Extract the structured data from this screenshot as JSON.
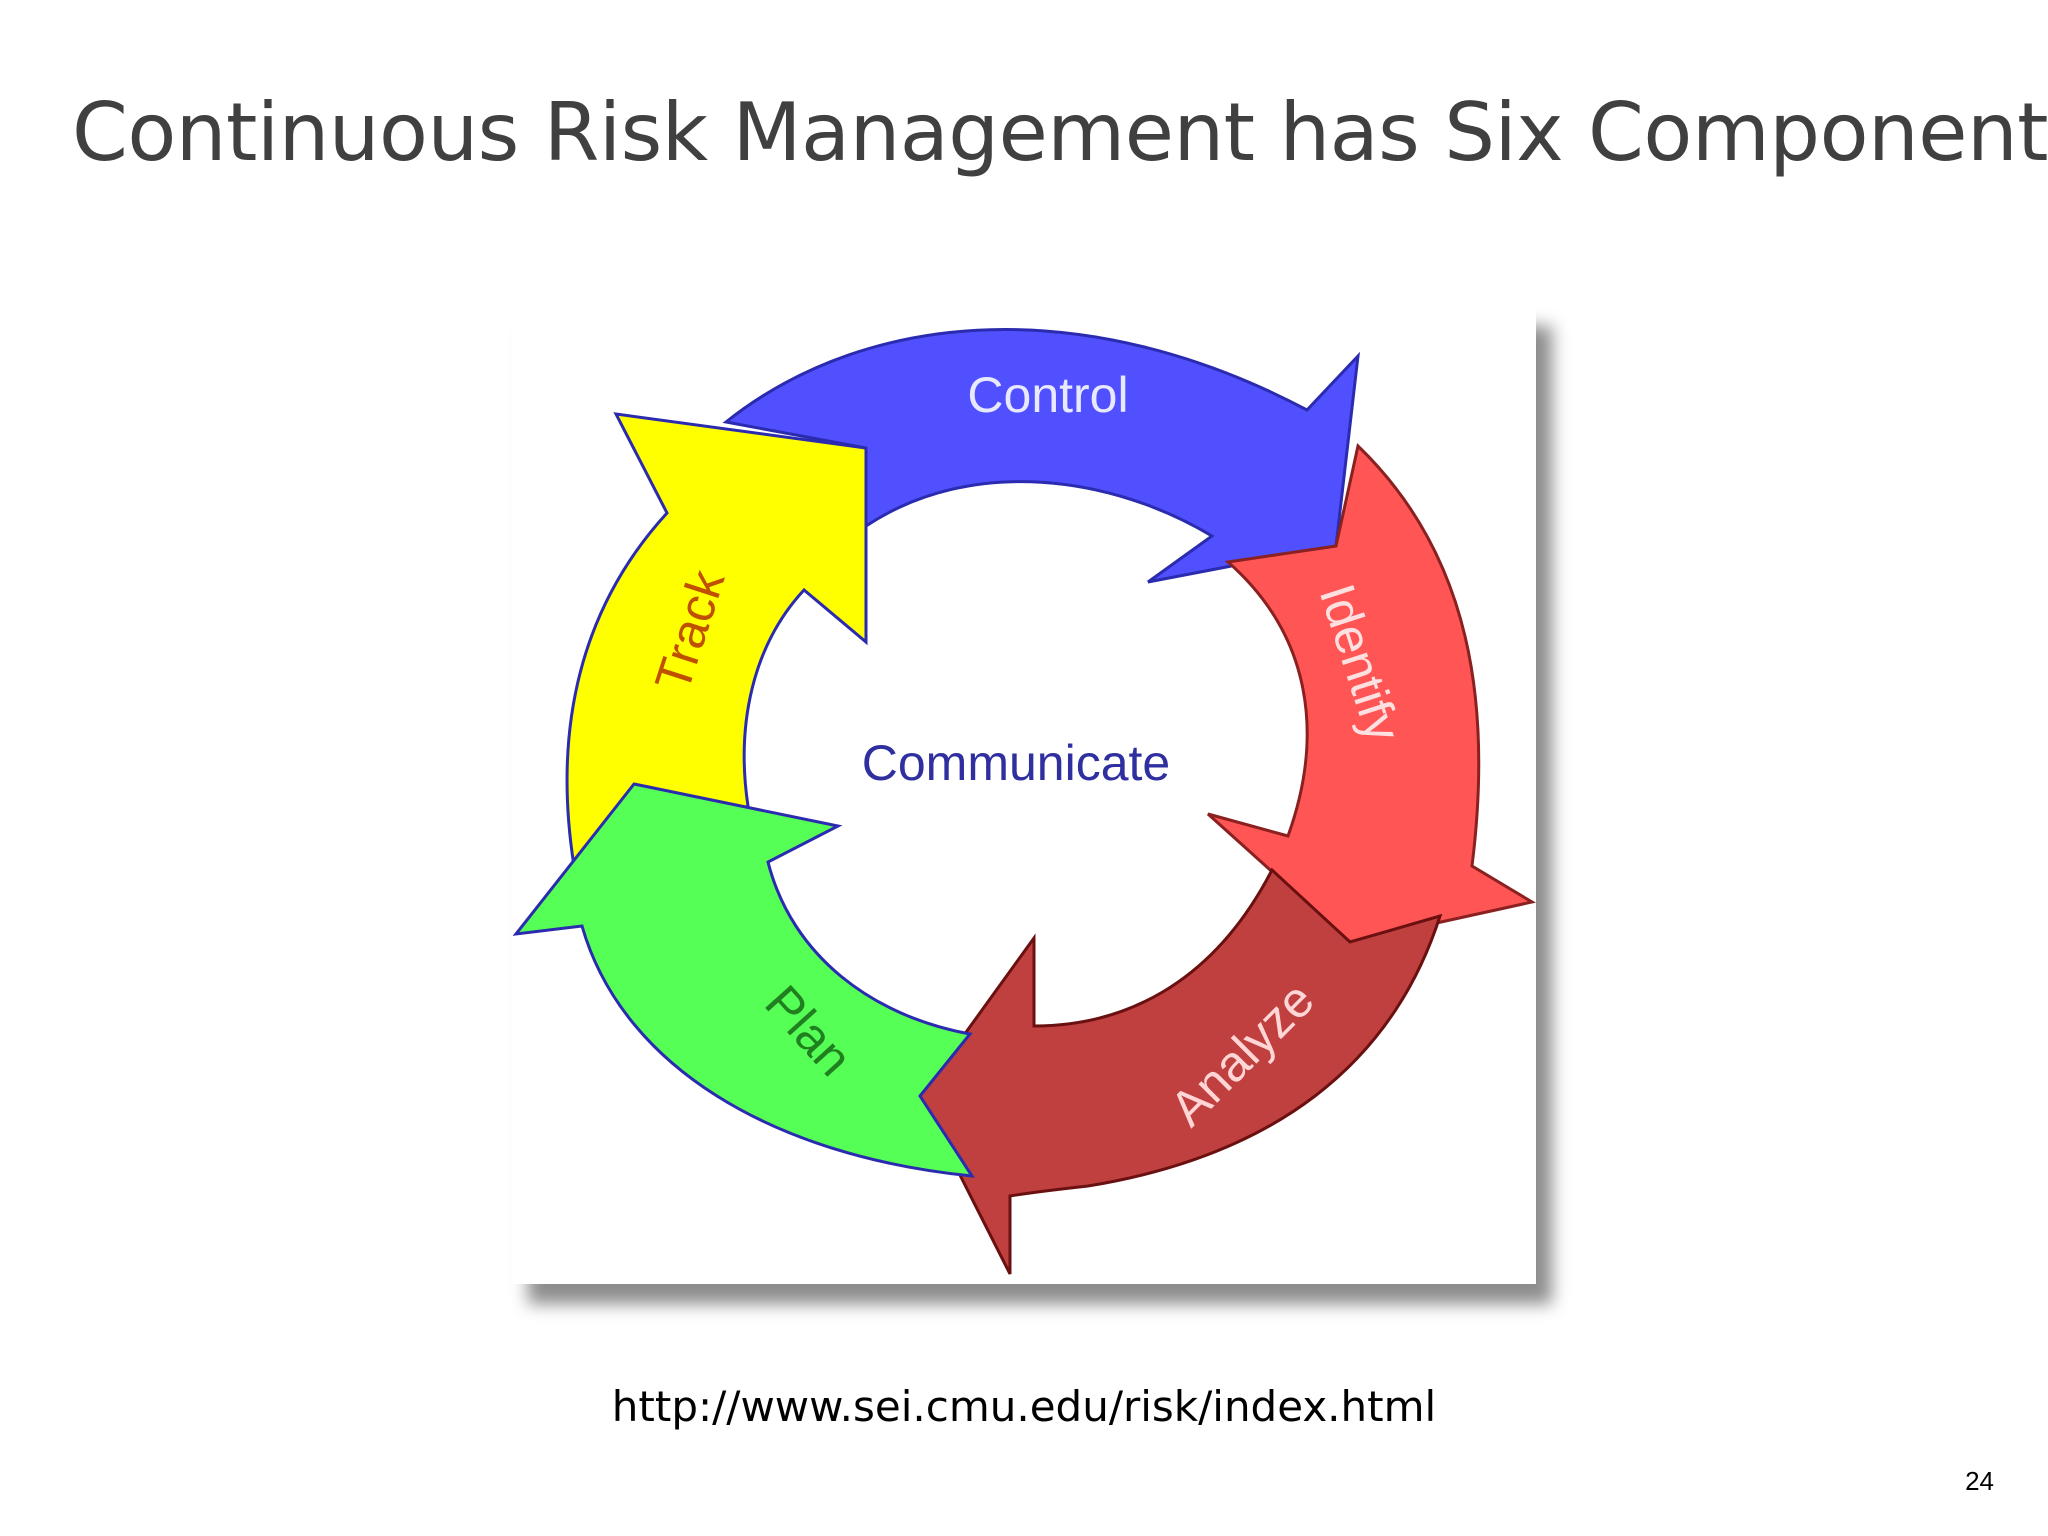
{
  "slide": {
    "title": "Continuous Risk Management has Six Components",
    "source_url": "http://www.sei.cmu.edu/risk/index.html",
    "page_number": "24"
  },
  "diagram": {
    "center_label": "Communicate",
    "segments": [
      {
        "label": "Control",
        "color": "#5050ff",
        "text_color": "#e8e8ff"
      },
      {
        "label": "Identify",
        "color": "#ff5555",
        "text_color": "#ffe0e0"
      },
      {
        "label": "Analyze",
        "color": "#c04040",
        "text_color": "#ffd5d5"
      },
      {
        "label": "Plan",
        "color": "#55ff55",
        "text_color": "#208020"
      },
      {
        "label": "Track",
        "color": "#ffff00",
        "text_color": "#c05000"
      }
    ],
    "center_label_color": "#2f2fa0"
  }
}
